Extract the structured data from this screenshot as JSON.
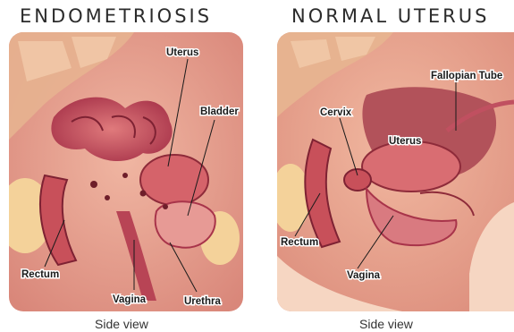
{
  "left_panel": {
    "title": "ENDOMETRIOSIS",
    "caption": "Side view",
    "labels": {
      "uterus": "Uterus",
      "bladder": "Bladder",
      "rectum": "Rectum",
      "vagina": "Vagina",
      "urethra": "Urethra"
    }
  },
  "right_panel": {
    "title": "NORMAL UTERUS",
    "caption": "Side view",
    "labels": {
      "fallopian_tube": "Fallopian Tube",
      "cervix": "Cervix",
      "uterus": "Uterus",
      "rectum": "Rectum",
      "vagina": "Vagina"
    }
  },
  "colors": {
    "tissue_light": "#f2c4a8",
    "tissue_pink": "#e8a39a",
    "organ_red": "#c8505a",
    "organ_dark": "#8e2b3a",
    "endometriosis_spot": "#6e1e2a"
  }
}
